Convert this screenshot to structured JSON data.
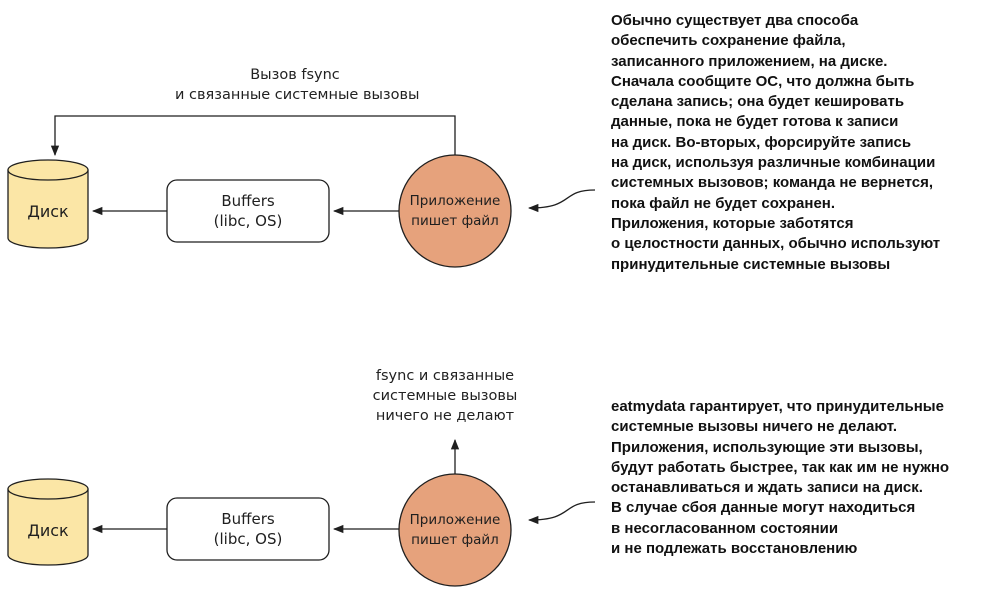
{
  "colors": {
    "disk_fill": "#fbe6a6",
    "app_fill": "#e6a27c",
    "stroke": "#1f1f1f",
    "box_fill": "#ffffff"
  },
  "top": {
    "call_label": [
      "Вызов fsync",
      "и связанные системные вызовы"
    ],
    "disk": "Диск",
    "buffers": [
      "Buffers",
      "(libc, OS)"
    ],
    "app": [
      "Приложение",
      "пишет файл"
    ],
    "annotation": [
      "Обычно существует два способа",
      "обеспечить сохранение файла,",
      "записанного приложением, на диске.",
      "Сначала сообщите ОС, что должна быть",
      "сделана запись; она будет кешировать",
      "данные, пока не будет готова к записи",
      "на диск. Во-вторых, форсируйте запись",
      "на диск, используя различные комбинации",
      "системных вызовов; команда не вернется,",
      "пока файл не будет сохранен.",
      "Приложения, которые заботятся",
      "о целостности данных, обычно используют",
      "принудительные системные вызовы"
    ]
  },
  "bottom": {
    "call_label": [
      "fsync и связанные",
      "системные вызовы",
      "ничего не делают"
    ],
    "disk": "Диск",
    "buffers": [
      "Buffers",
      "(libc, OS)"
    ],
    "app": [
      "Приложение",
      "пишет файл"
    ],
    "annotation": [
      "eatmydata гарантирует, что принудительные",
      "системные вызовы ничего не делают.",
      "Приложения, использующие эти вызовы,",
      "будут работать быстрее, так как им не нужно",
      "останавливаться и ждать записи на диск.",
      "В случае сбоя данные могут находиться",
      "в несогласованном состоянии",
      "и не подлежать восстановлению"
    ]
  }
}
